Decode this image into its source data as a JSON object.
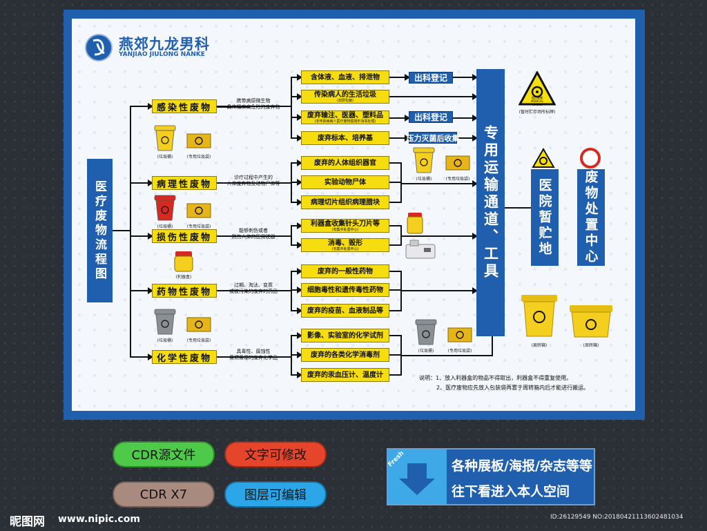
{
  "logo": {
    "title_cn": "燕郊九龙男科",
    "title_en": "YANJIAO JIULONG NANKE"
  },
  "main_title": "医疗废物流程图",
  "categories": [
    {
      "label": "感染性废物",
      "note": [
        "携带病原微生物",
        "具传播疾病危险的废弃物"
      ]
    },
    {
      "label": "病理性废物",
      "note": [
        "诊疗过程中产生的",
        "人体废弃物及动物尸体等"
      ]
    },
    {
      "label": "损伤性废物",
      "note": [
        "能够刺伤或者",
        "割伤人体的医用锐器"
      ]
    },
    {
      "label": "药物性废物",
      "note": [
        "过期、淘汰、变质",
        "或被污染的废弃的药品"
      ]
    },
    {
      "label": "化学性废物",
      "note": [
        "具毒性、腐蚀性",
        "易燃易爆的废弃化学品"
      ]
    }
  ],
  "items": [
    {
      "label": "含体液、血液、排泄物"
    },
    {
      "label": "传染病人的生活垃圾",
      "sub": "(双层包装)"
    },
    {
      "label": "废弃输注、医器、塑料品",
      "sub": "(非传染病病人医疗废物需毁形消毒处理)"
    },
    {
      "label": "废弃标本、培养基"
    },
    {
      "label": "废弃的人体组织器官"
    },
    {
      "label": "实验动物尸体"
    },
    {
      "label": "病理切片组织病理腊块"
    },
    {
      "label": "利器盒收集针头刀片等",
      "sub": "(有集中处置中心)"
    },
    {
      "label": "消毒、毁形",
      "sub": "(无集中处置中心)"
    },
    {
      "label": "废弃的一般性药物"
    },
    {
      "label": "细胞毒性和遗传毒性药物"
    },
    {
      "label": "废弃的疫苗、血液制品等"
    },
    {
      "label": "影像、实验室的化学试剂"
    },
    {
      "label": "废弃的各类化学消毒剂"
    },
    {
      "label": "废弃的汞血压计、温度计"
    }
  ],
  "actions": [
    "出科登记",
    "出科登记",
    "压力灭菌后收集"
  ],
  "transport": "专用运输通道、工具",
  "storage": "医院暂贮地",
  "disposal": "废物处置中心",
  "captions": {
    "bin": "(垃圾桶)",
    "bag": "(专用垃圾袋)",
    "sharps": "(利器盒)",
    "turnover": "(周转箱)",
    "waste_sign": "(暂时贮存场所标牌)",
    "sign_label_cn": "医疗废物",
    "sign_label_en": "MEDICAL WASTE"
  },
  "notes": [
    "说明：1、放入利器盒的物品不得取出，利器盒不得重复使用。",
    "2、医疗废物应先放入包装袋再置于周转箱内后才能进行搬运。"
  ],
  "buttons": [
    "CDR源文件",
    "文字可修改",
    "CDR  X7",
    "图层可编辑"
  ],
  "banner": {
    "badge": "Fresh",
    "line1": "各种展板/海报/杂志等等",
    "line2": "往下看进入本人空间"
  },
  "watermark": {
    "brand": "昵图网",
    "url": "www.nipic.com",
    "id": "ID:26129549 NO:20180421113602481034"
  },
  "colors": {
    "board": "#1f5fae",
    "yellow": "#f6dd10",
    "bin_yellow": "#f5cf1f",
    "bin_red": "#d42a22",
    "bin_gray": "#8a8f96"
  }
}
